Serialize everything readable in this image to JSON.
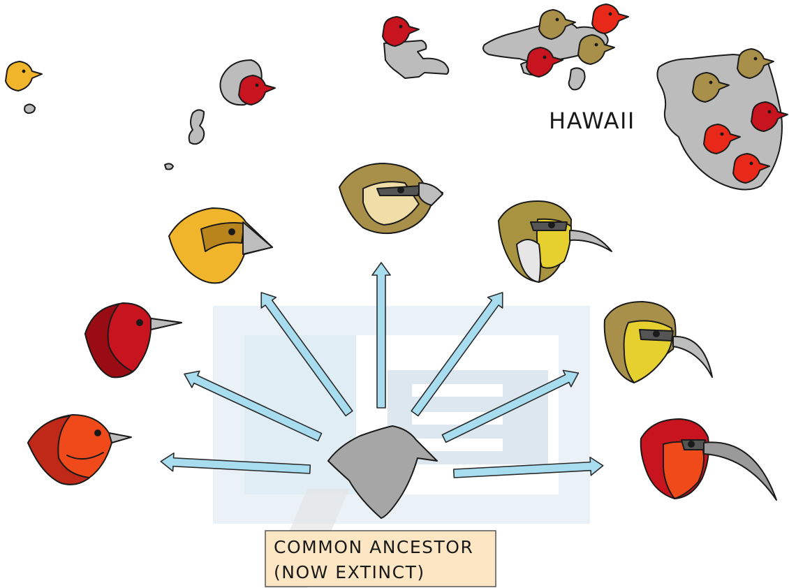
{
  "island_label": "HAWAII",
  "ancestor_label": {
    "line1": "COMMON ANCESTOR",
    "line2": "(NOW EXTINCT)"
  },
  "colors": {
    "arrow_fill": "#a8ddf0",
    "island_fill": "#bcbcbc",
    "ancestor_fill": "#a6a6a6",
    "label_box_fill": "#fde6c3",
    "watermark": "#cfe3ef",
    "bird_red_orange": "#f04a1a",
    "bird_crimson": "#c8141e",
    "bird_yellow_orange": "#f0b52a",
    "bird_olive_tan": "#a8904a",
    "bird_olive_yellow": "#e6d030",
    "bird_scarlet": "#e82818"
  }
}
